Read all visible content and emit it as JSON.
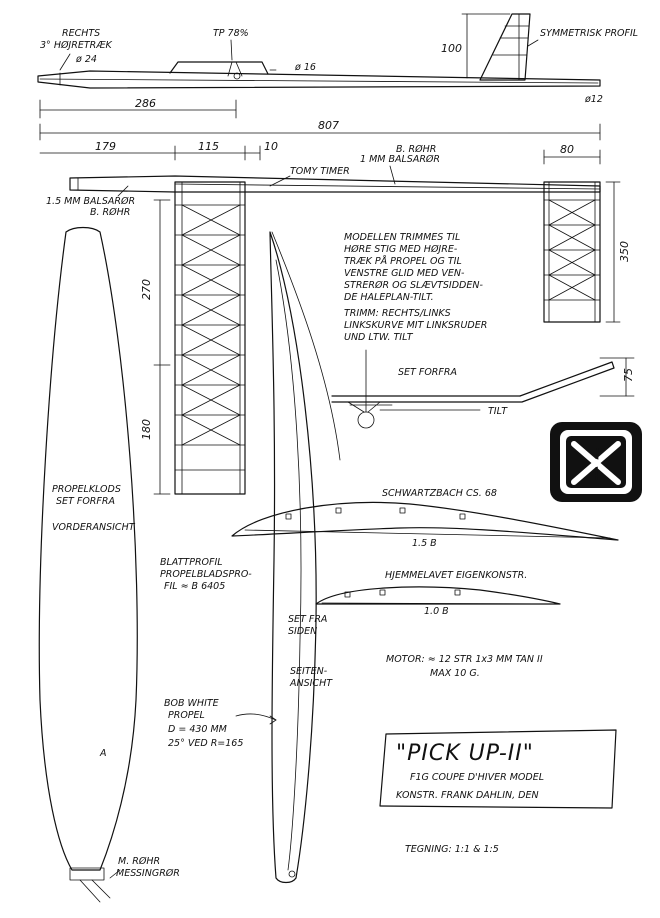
{
  "side_view": {
    "rechts_label": "RECHTS",
    "hojretraek_label": "3° HØJRETRÆK",
    "nose_diameter": "ø 24",
    "tp_label": "TP 78%",
    "boom_diameter": "ø 16",
    "fin_height": "100",
    "symmetric_profile": "SYMMETRISK PROFIL",
    "tail_diameter": "ø12",
    "dim_286": "286"
  },
  "top_view": {
    "dim_807": "807",
    "dim_179": "179",
    "dim_115": "115",
    "dim_10": "10",
    "dim_80": "80",
    "tommy_timer": "TOMY TIMER",
    "tube_label_1": "B. RØHR",
    "tube_label_2": "1 MM BALSARØR",
    "nose_tube_1": "1.5 MM BALSARØR",
    "nose_tube_2": "B. RØHR",
    "wing_dim_270": "270",
    "wing_dim_180": "180",
    "stab_dim_350": "350"
  },
  "trim_notes": {
    "line1": "MODELLEN TRIMMES TIL",
    "line2": "HØRE STIG MED HØJRE-",
    "line3": "TRÆK PÅ PROPEL OG TIL",
    "line4": "VENSTRE GLID MED VEN-",
    "line5": "STRERØR OG SLÆVTSIDDEN-",
    "line6": "DE HALEPLAN-TILT.",
    "trimm1": "TRIMM: RECHTS/LINKS",
    "trimm2": "LINKSKURVE MIT LINKSRUDER",
    "trimm3": "UND LTW. TILT"
  },
  "front_view": {
    "label": "SET FORFRA",
    "dim_75": "75",
    "tilt": "TILT"
  },
  "airfoils": {
    "wing_label": "SCHWARTZBACH CS. 68",
    "wing_scale": "1.5 B",
    "stab_label": "HJEMMELAVET EIGENKONSTR.",
    "stab_scale": "1.0 B"
  },
  "propeller": {
    "block_1": "PROPELKLODS",
    "block_2": "SET FORFRA",
    "vorder": "VORDERANSICHT",
    "blade_1": "BLATTPROFIL",
    "blade_2": "PROPELBLADSPRO-",
    "blade_3": "FIL ≈ B 6405",
    "bob_1": "BOB WHITE",
    "bob_2": "PROPEL",
    "bob_3": "D = 430 MM",
    "bob_4": "25° VED R=165",
    "letter_a": "A",
    "tube_1": "M. RØHR",
    "tube_2": "MESSINGRØR",
    "side_1": "SET FRA",
    "side_2": "SIDEN",
    "seiten_1": "SEITEN-",
    "seiten_2": "ANSICHT"
  },
  "motor": {
    "line1": "MOTOR: ≈ 12 STR 1x3 MM TAN II",
    "line2": "MAX 10 G."
  },
  "title_block": {
    "title": "\"PICK UP-II\"",
    "subtitle": "F1G COUPE D'HIVER MODEL",
    "designer": "KONSTR. FRANK DAHLIN, DEN",
    "scale": "TEGNING: 1:1 & 1:5"
  }
}
